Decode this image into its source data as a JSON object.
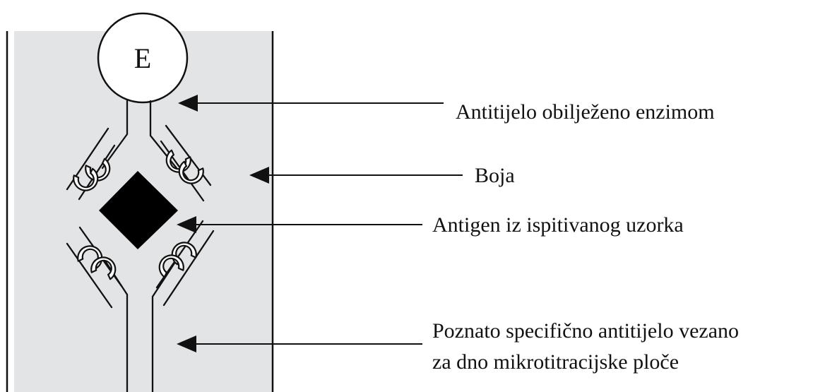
{
  "colors": {
    "well_fill": "#e3e4e6",
    "line": "#111111",
    "antigen": "#000000"
  },
  "enzyme_letter": "E",
  "labels": {
    "enzyme_antibody": "Antitijelo obilježeno enzimom",
    "dye": "Boja",
    "antigen": "Antigen iz ispitivanog uzorka",
    "bound_antibody_line1": "Poznato specifično antitijelo vezano",
    "bound_antibody_line2": "za dno mikrotitracijske ploče"
  }
}
